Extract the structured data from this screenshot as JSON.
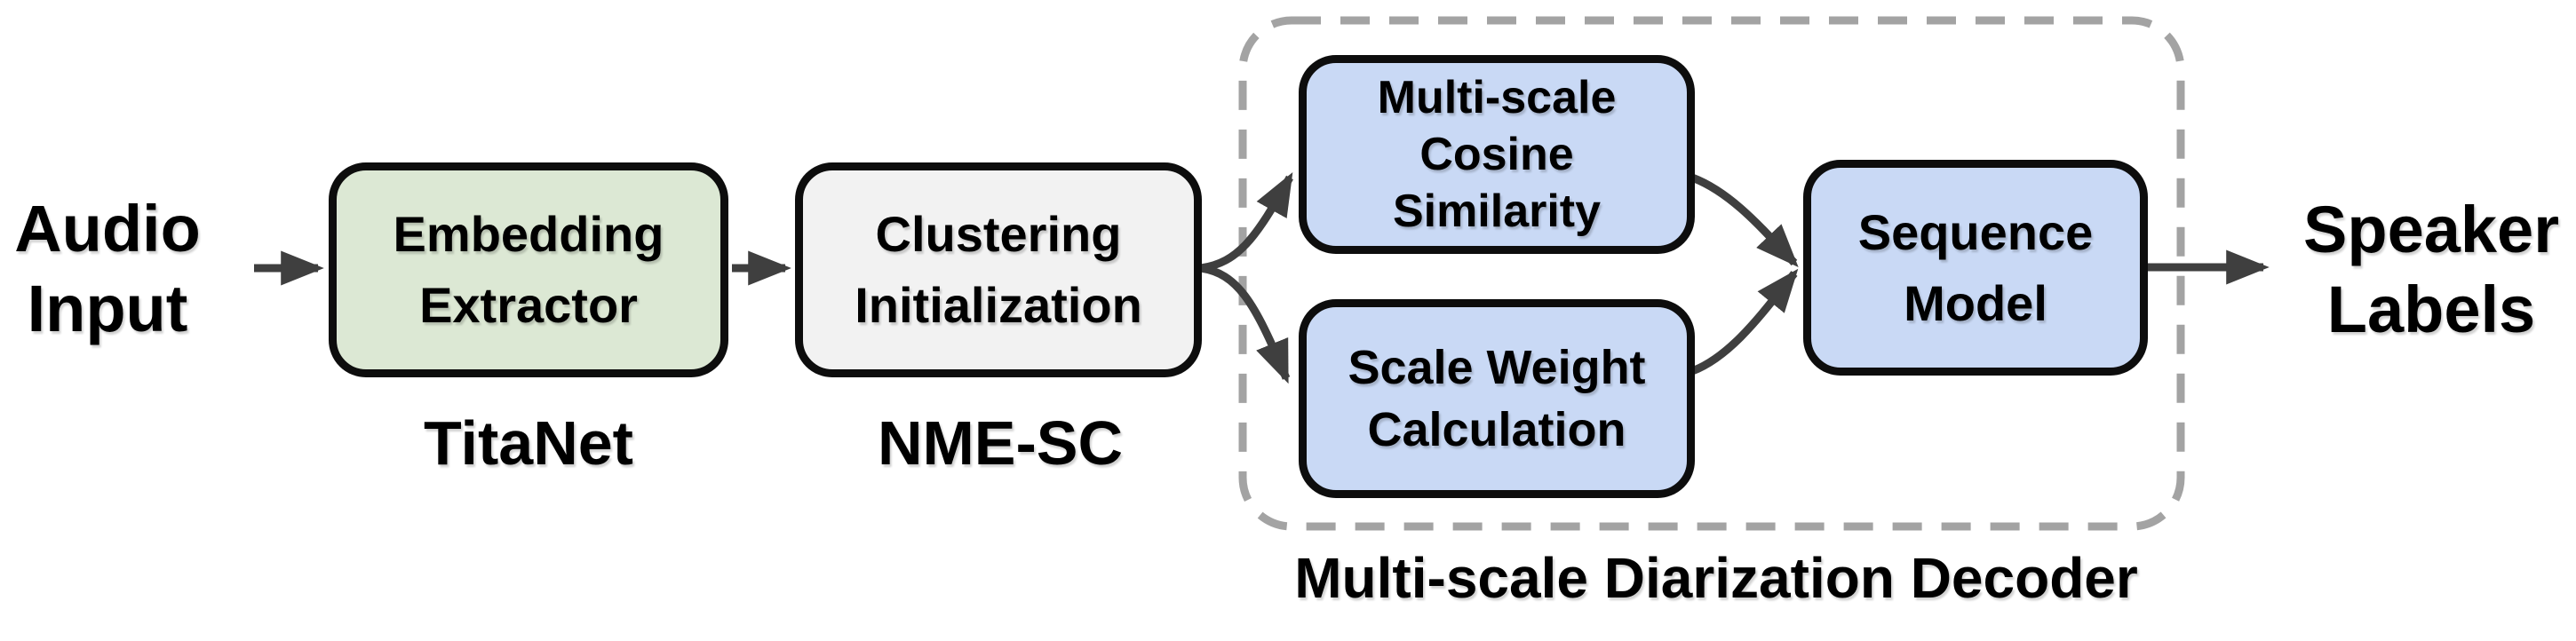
{
  "figure": {
    "type": "pipeline-flow-diagram",
    "description": "Speaker diarization pipeline"
  },
  "io": {
    "input": {
      "line1": "Audio",
      "line2": "Input"
    },
    "output": {
      "line1": "Speaker",
      "line2": "Labels"
    }
  },
  "nodes": {
    "embedding": {
      "line1": "Embedding",
      "line2": "Extractor",
      "caption": "TitaNet",
      "fill": "#dce8d4"
    },
    "clustering": {
      "line1": "Clustering",
      "line2": "Initialization",
      "caption": "NME-SC",
      "fill": "#f2f2f2"
    },
    "mcs": {
      "line1": "Multi-scale",
      "line2": "Cosine",
      "line3": "Similarity",
      "fill": "#c9d9f5"
    },
    "swc": {
      "line1": "Scale Weight",
      "line2": "Calculation",
      "fill": "#c9d9f5"
    },
    "sequence": {
      "line1": "Sequence",
      "line2": "Model",
      "fill": "#c9d9f5"
    }
  },
  "group": {
    "label": "Multi-scale Diarization Decoder"
  },
  "colors": {
    "border": "#0d0d0d",
    "arrow": "#3f3f3f",
    "dashed_outline": "#a3a3a3",
    "text": "#000000",
    "background": "#ffffff"
  }
}
